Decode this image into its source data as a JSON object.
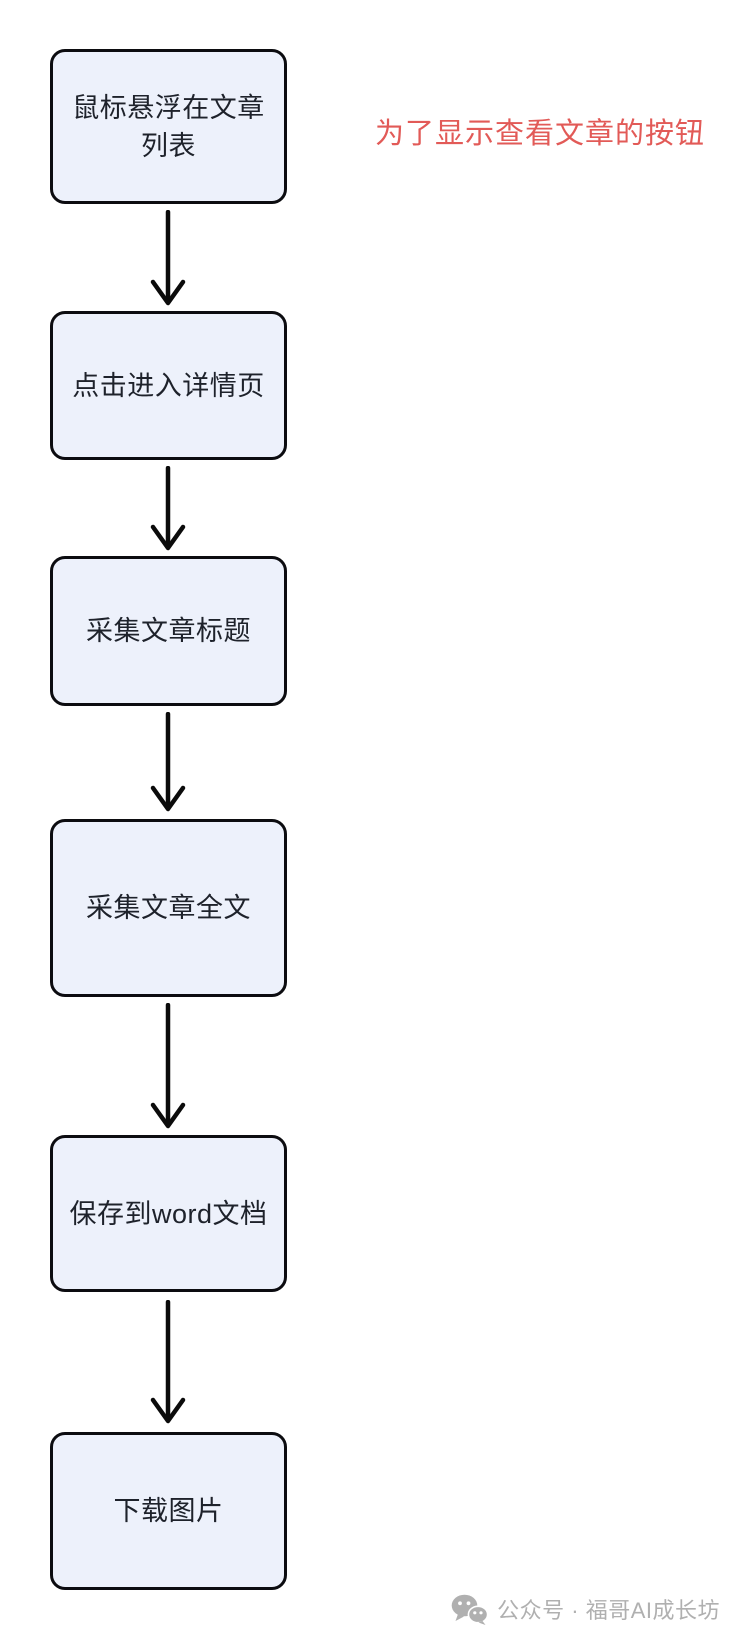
{
  "flow": {
    "nodes": [
      {
        "label": "鼠标悬浮在文章\n列表"
      },
      {
        "label": "点击进入详情页"
      },
      {
        "label": "采集文章标题"
      },
      {
        "label": "采集文章全文"
      },
      {
        "label": "保存到word文档"
      },
      {
        "label": "下载图片"
      }
    ],
    "annotation": "为了显示查看文章的按钮"
  },
  "watermark": {
    "text": "公众号 · 福哥AI成长坊"
  },
  "colors": {
    "box-fill": "#edf1fb",
    "box-border": "#0c0c10",
    "box-text": "#1e222b",
    "accent-red": "#e25a57",
    "watermark-gray": "#b0b0b0",
    "canvas-bg": "#ffffff"
  }
}
